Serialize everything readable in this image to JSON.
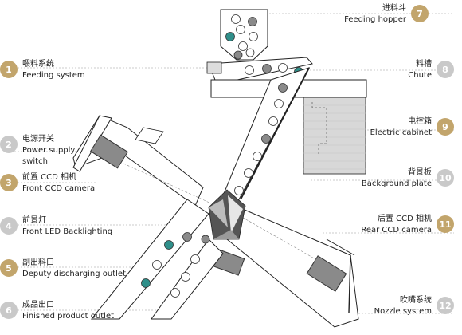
{
  "labels": {
    "l1": {
      "num": "1",
      "cn": "喂料系统",
      "en": "Feeding system"
    },
    "l2": {
      "num": "2",
      "cn": "电源开关",
      "en": "Power supply switch"
    },
    "l3": {
      "num": "3",
      "cn": "前置 CCD 相机",
      "en": "Front CCD camera"
    },
    "l4": {
      "num": "4",
      "cn": "前景灯",
      "en": "Front LED Backlighting"
    },
    "l5": {
      "num": "5",
      "cn": "副出料口",
      "en": "Deputy discharging outlet"
    },
    "l6": {
      "num": "6",
      "cn": "成品出口",
      "en": "Finished product outlet"
    },
    "r7": {
      "num": "7",
      "cn": "进料斗",
      "en": "Feeding hopper"
    },
    "r8": {
      "num": "8",
      "cn": "料槽",
      "en": "Chute"
    },
    "r9": {
      "num": "9",
      "cn": "电控箱",
      "en": "Electric cabinet"
    },
    "r10": {
      "num": "10",
      "cn": "背景板",
      "en": "Background plate"
    },
    "r11": {
      "num": "11",
      "cn": "后置 CCD 相机",
      "en": "Rear CCD camera"
    },
    "r12": {
      "num": "12",
      "cn": "吹嘴系统",
      "en": "Nozzle system"
    }
  },
  "colors": {
    "left_badges": [
      "#c2a56c",
      "#c9c9c9",
      "#c2a56c",
      "#c9c9c9",
      "#c2a56c",
      "#c9c9c9"
    ],
    "right_badges": [
      "#c2a56c",
      "#c9c9c9",
      "#c2a56c",
      "#c9c9c9",
      "#c2a56c",
      "#c9c9c9"
    ],
    "teal": "#2f8f8a",
    "grey_ball": "#8a8a8a",
    "line": "#222222"
  }
}
